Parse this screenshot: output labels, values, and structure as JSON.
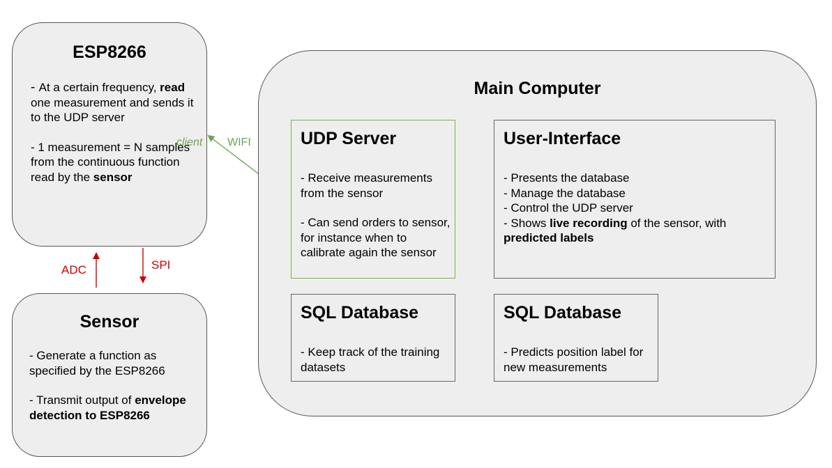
{
  "esp": {
    "title": "ESP8266",
    "p1_a": "- ",
    "p1_b": "At a certain frequency, ",
    "p1_bold": "read",
    "p1_c": " one measurement and sends it to the UDP server",
    "p2_a": "- 1 measurement = N samples from the continuous function read by the ",
    "p2_bold": "sensor"
  },
  "sensor": {
    "title": "Sensor",
    "p1": "- Generate a function as specified by the ESP8266",
    "p2_a": "- Transmit output of ",
    "p2_bold": "envelope detection to ESP8266"
  },
  "main": {
    "title": "Main Computer"
  },
  "udp": {
    "title": "UDP Server",
    "p1": "- Receive measurements from the sensor",
    "p2": "- Can send orders to sensor, for instance when to calibrate again the sensor"
  },
  "ui": {
    "title": "User-Interface",
    "l1": "- Presents the database",
    "l2": "- Manage the database",
    "l3": "- Control the UDP server",
    "l4_a": "- Shows ",
    "l4_bold": "live recording",
    "l4_b": " of the sensor, with ",
    "l4_bold2": "predicted labels"
  },
  "sql1": {
    "title": "SQL Database",
    "p1": "- Keep track of the training datasets"
  },
  "sql2": {
    "title": "SQL Database",
    "p1": "- Predicts position label for new measurements"
  },
  "connections": {
    "client": "client",
    "wifi": "WIFI",
    "adc": "ADC",
    "spi": "SPI"
  },
  "colors": {
    "wifi": "#6aa84f",
    "adc_spi": "#cc0000"
  }
}
